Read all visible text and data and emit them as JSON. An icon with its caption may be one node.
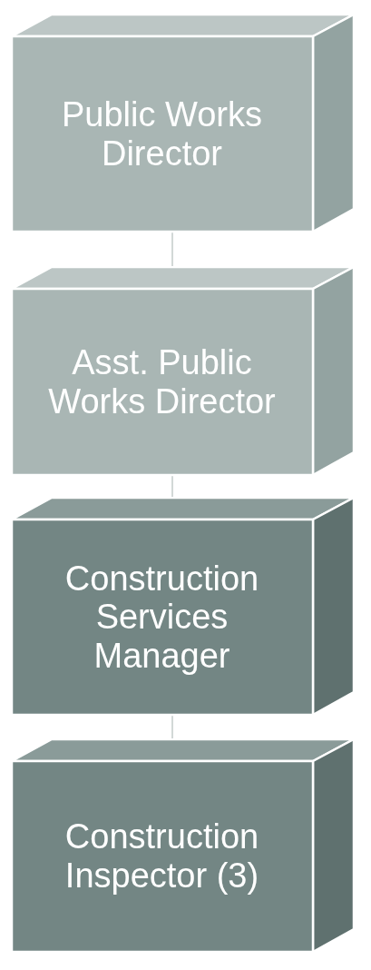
{
  "diagram": {
    "nodes": [
      {
        "text": [
          "Public Works Director"
        ]
      },
      {
        "text": [
          "Asst. Public Works Director"
        ]
      },
      {
        "text": [
          "Construction Services Manager"
        ]
      },
      {
        "text": [
          "Construction Inspector (3)"
        ]
      }
    ],
    "edges": [
      {
        "from": 0,
        "to": 1,
        "arrow": "none"
      },
      {
        "from": 1,
        "to": 2,
        "arrow": "none"
      },
      {
        "from": 2,
        "to": 3,
        "arrow": "none"
      }
    ]
  }
}
